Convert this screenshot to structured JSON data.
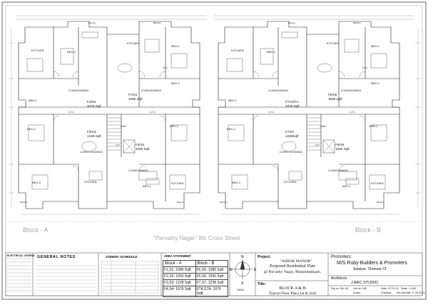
{
  "plan": {
    "blocks": [
      {
        "flats": [
          {
            "name": "F1/S1",
            "area": "1086 Sqft"
          },
          {
            "name": "F4/S4",
            "area": "1076 Sqft"
          },
          {
            "name": "F3/S3",
            "area": "1228 Sqft"
          },
          {
            "name": "F2/S2",
            "area": "1050 Sqft"
          }
        ],
        "block_label": "Block - A"
      },
      {
        "flats": [
          {
            "name": "F5/S5",
            "area": "1086 Sqft"
          },
          {
            "name": "F7A/S7A",
            "area": "1076 Sqft"
          },
          {
            "name": "F7/S7",
            "area": "1228Sqft"
          },
          {
            "name": "F6/S6",
            "area": "1050 Sqft"
          }
        ],
        "block_label": "Block - B"
      }
    ],
    "rooms": {
      "kitchen": "KITCHEN",
      "bed1": "BED-1",
      "bed2": "BED-2",
      "bed3": "BED-3",
      "living_dining": "LIVING/DINING",
      "living": "LIVING & DINING",
      "toilet": "Toilet",
      "balcony": "Balcony",
      "lobby": "LOBBY",
      "lift": "LIFT",
      "ots": "O.T.S",
      "utility": "UTILITY"
    },
    "street_label": "\"Parvathy Nagar\" 8th Cross Street"
  },
  "title_block": {
    "legend_title": "ELECTRICAL LEGEND",
    "notes_title": "GENERAL NOTES",
    "schedule_title": "JOINERY SCHEDULE",
    "area_title": "AREA STATEMENT",
    "area_table": {
      "headers": [
        "Block - A",
        "Block - B"
      ],
      "rows": [
        [
          "F1,S1- 1086 Sqft",
          "F5,S5- 1086 Sqft"
        ],
        [
          "F2,S2- 1050 Sqft",
          "F6,S6- 1050 Sqft"
        ],
        [
          "F3,S3- 1228 Sqft",
          "F7,S7- 1228 Sqft"
        ],
        [
          "F4,S4- 1076 Sqft",
          "F7A,S7A- 1076 Sqft"
        ]
      ]
    },
    "compass": {
      "n": "N",
      "s": "S",
      "e": "E",
      "w": "W"
    },
    "sign_label": "SIGN",
    "project": {
      "label": "Project:",
      "name": "\"ASHOK MANOR\"",
      "line2": "Proposed Residential Flats",
      "line3": "@ Parvathy Nagar, Madambakkam."
    },
    "title": {
      "label": "Title:",
      "line1": "BLOCK A & B",
      "line2": "Typical Floor Plan (1st & 2nd)"
    },
    "promoters": {
      "label": "Promoters:",
      "name": "M/S Ruby Builders & Promoters",
      "address": "Selaiyur, Chennai-73."
    },
    "architects": {
      "label": "Architects:",
      "name": "J ARC STUDIO"
    },
    "info": {
      "drg_no": "Drg no. Sch 05",
      "job_no": "Job no. 165",
      "date": "Date : 07.01.15",
      "scale": "Scale : 1:100",
      "drawn": "Drawn",
      "checked": "Checked",
      "rev": "Rev No/Date : 0 -05.02.15"
    }
  }
}
